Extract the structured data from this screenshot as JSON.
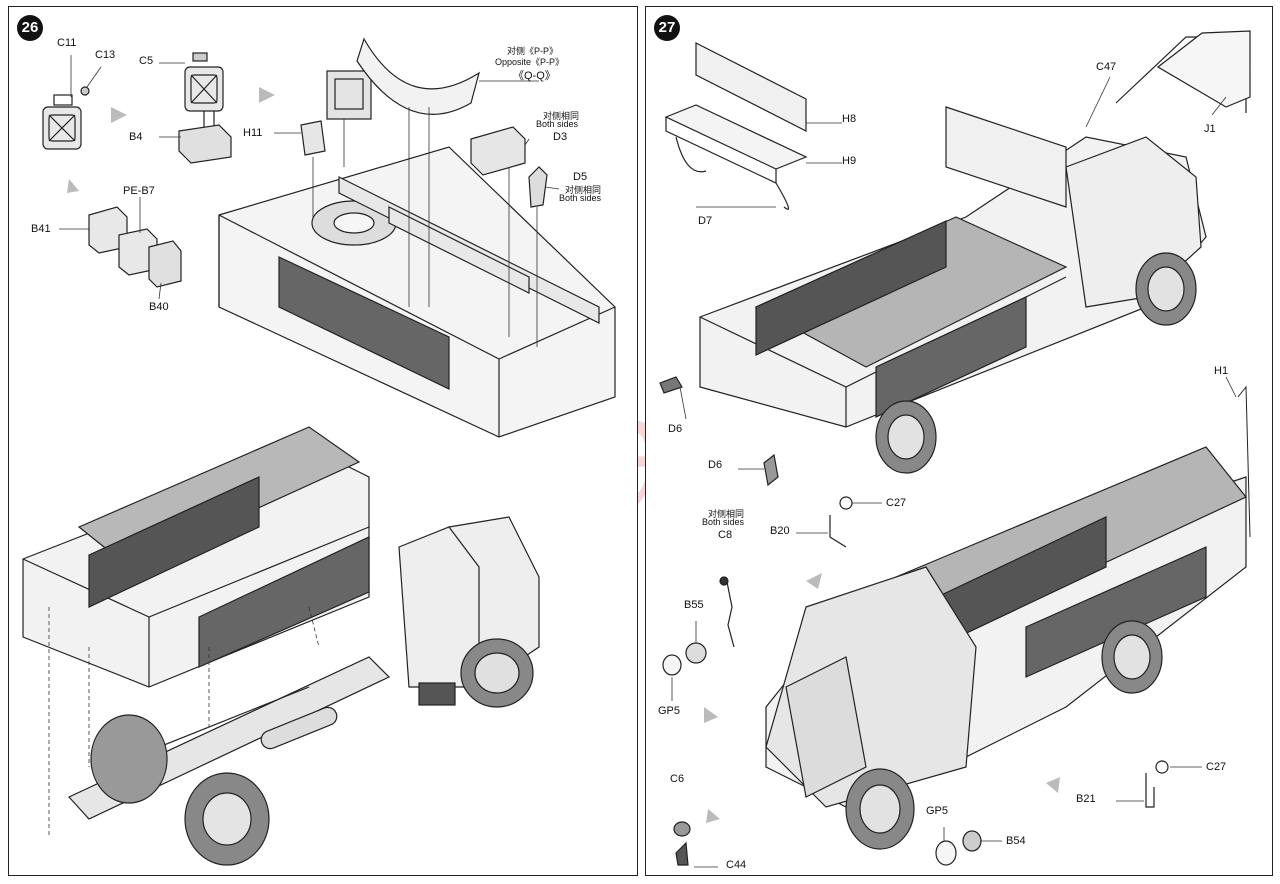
{
  "watermark": "modelartikl.cz",
  "colors": {
    "line": "#222222",
    "fill": "#eeeeee",
    "dark": "#555555",
    "watermark": "#d64646"
  },
  "step26": {
    "number": "26",
    "labels": {
      "c11": "C11",
      "c13": "C13",
      "c5": "C5",
      "b4": "B4",
      "h11": "H11",
      "opp_cn": "对侧《P-P》",
      "opp_en": "Opposite《P-P》",
      "qq": "《Q-Q》",
      "same_cn": "对侧相同",
      "both": "Both sides",
      "d3": "D3",
      "d5": "D5",
      "same_cn2": "对侧相同",
      "both2": "Both sides",
      "peb7": "PE-B7",
      "b41": "B41",
      "b40": "B40"
    }
  },
  "step27": {
    "number": "27",
    "labels": {
      "h8": "H8",
      "h9": "H9",
      "d7": "D7",
      "c47": "C47",
      "j1": "J1",
      "d6a": "D6",
      "d6b": "D6",
      "c27a": "C27",
      "b20": "B20",
      "same_cn": "对侧相同",
      "both": "Both sides",
      "c8": "C8",
      "b55": "B55",
      "gp5a": "GP5",
      "c6": "C6",
      "c44": "C44",
      "gp5b": "GP5",
      "b54": "B54",
      "b21": "B21",
      "c27b": "C27",
      "h1": "H1"
    }
  }
}
